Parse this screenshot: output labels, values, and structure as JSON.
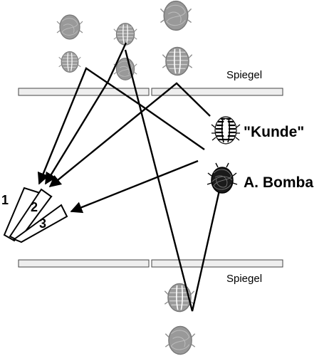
{
  "labels": {
    "mirror_top": "Spiegel",
    "mirror_bottom": "Spiegel",
    "kunde": "\"Kunde\"",
    "bomba": "A. Bomba",
    "cam1": "1",
    "cam2": "2",
    "cam3": "3"
  },
  "colors": {
    "ink": "#000000",
    "reflection_gray": "#8c8c8c",
    "mirror_fill": "#eeeeee",
    "mirror_stroke": "#444444"
  },
  "icons": {
    "kunde": "shelled-beetle-icon",
    "bomba": "hairy-beetle-icon",
    "reflection": "reflected-beetle-icon"
  }
}
